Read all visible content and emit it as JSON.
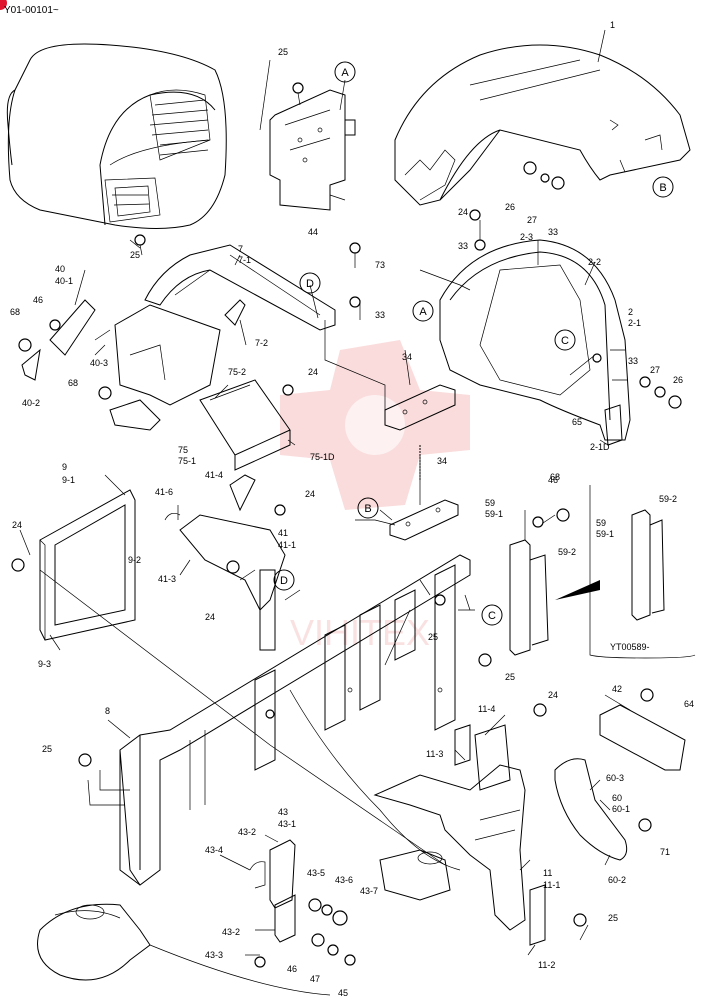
{
  "header": {
    "serial": "Y01-00101~",
    "badge_color": "#e0142c"
  },
  "watermark": {
    "text": "VIHITEX",
    "color": "#e23b3b"
  },
  "inset": {
    "code": "YT00589-"
  },
  "callouts": {
    "A": "A",
    "B": "B",
    "C": "C",
    "D": "D"
  },
  "labels": {
    "p1": "1",
    "p2": "2",
    "p2_1": "2-1",
    "p2_2": "2-2",
    "p2_3": "2-3",
    "p2_1D": "2-1D",
    "p7": "7",
    "p7_1": "7-1",
    "p7_2": "7-2",
    "p8": "8",
    "p9": "9",
    "p9_1": "9-1",
    "p9_2": "9-2",
    "p9_3": "9-3",
    "p11": "11",
    "p11_1": "11-1",
    "p11_2": "11-2",
    "p11_3": "11-3",
    "p11_4": "11-4",
    "p24a": "24",
    "p24b": "24",
    "p24c": "24",
    "p24d": "24",
    "p24e": "24",
    "p24f": "24",
    "p25a": "25",
    "p25b": "25",
    "p25c": "25",
    "p25d": "25",
    "p25e": "25",
    "p25f": "25",
    "p26a": "26",
    "p26b": "26",
    "p27a": "27",
    "p27b": "27",
    "p33a": "33",
    "p33b": "33",
    "p33c": "33",
    "p33d": "33",
    "p34a": "34",
    "p34b": "34",
    "p40": "40",
    "p40_1": "40-1",
    "p40_2": "40-2",
    "p40_3": "40-3",
    "p41": "41",
    "p41_1": "41-1",
    "p41_3": "41-3",
    "p41_4": "41-4",
    "p41_6": "41-6",
    "p42": "42",
    "p43": "43",
    "p43_1": "43-1",
    "p43_2a": "43-2",
    "p43_2b": "43-2",
    "p43_3": "43-3",
    "p43_4": "43-4",
    "p43_5": "43-5",
    "p43_6": "43-6",
    "p43_7": "43-7",
    "p44": "44",
    "p45": "45",
    "p46a": "46",
    "p46b": "46",
    "p46c": "46",
    "p47": "47",
    "p59a": "59",
    "p59_1a": "59-1",
    "p59_2a": "59-2",
    "p59b": "59",
    "p59_1b": "59-1",
    "p59_2b": "59-2",
    "p60": "60",
    "p60_1": "60-1",
    "p60_2": "60-2",
    "p60_3": "60-3",
    "p64": "64",
    "p65": "65",
    "p68a": "68",
    "p68b": "68",
    "p68c": "68",
    "p71": "71",
    "p73": "73",
    "p75": "75",
    "p75_1": "75-1",
    "p75_2": "75-2",
    "p75_1D": "75-1D"
  }
}
